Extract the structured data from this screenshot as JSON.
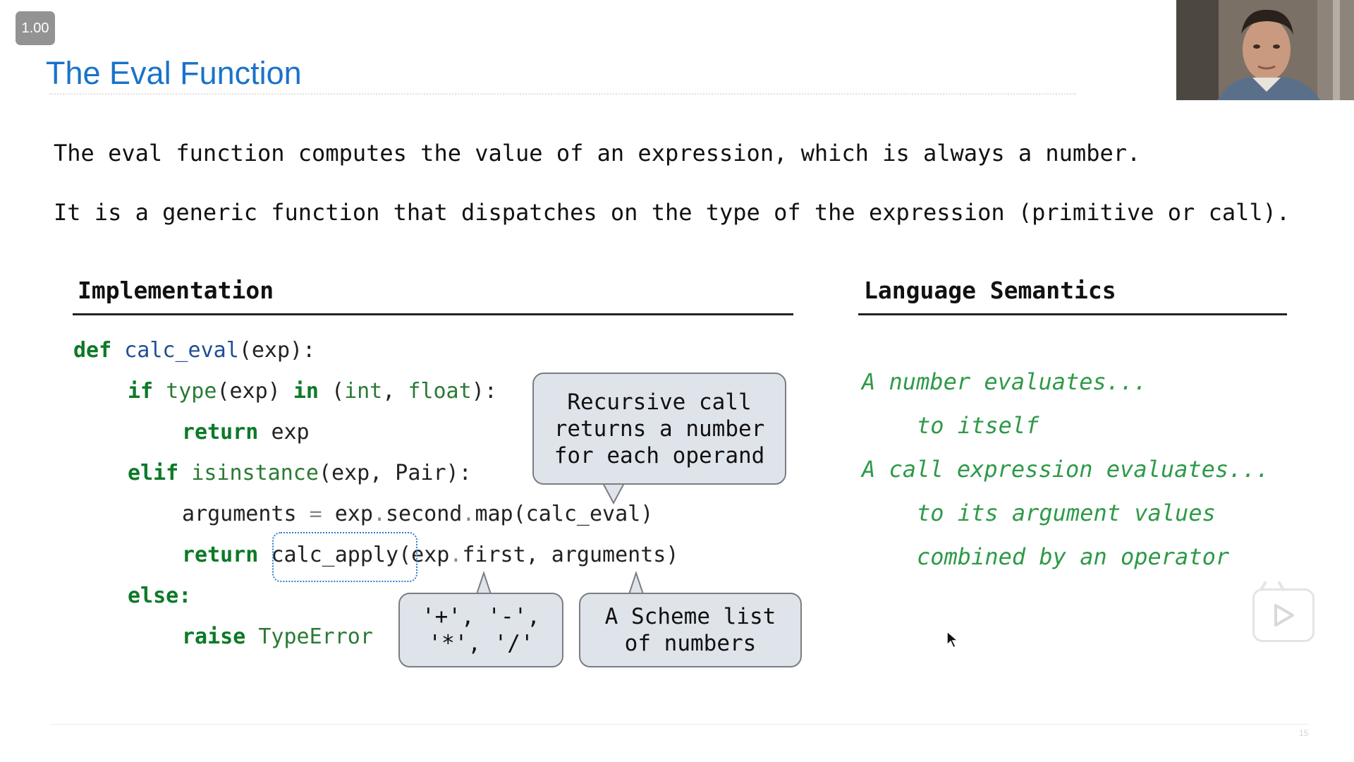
{
  "player": {
    "speed_badge": "1.00",
    "play_icon": "play-icon",
    "cursor_icon": "mouse-pointer-icon"
  },
  "slide": {
    "title": "The Eval Function",
    "intro_line1": "The eval function computes the value of an expression, which is always a number.",
    "intro_line2": "It is a generic function that dispatches on the type of the expression (primitive or call).",
    "page_number": "15",
    "implementation": {
      "heading": "Implementation",
      "code": {
        "line1": {
          "kw": "def",
          "fn": "calc_eval",
          "rest": "(exp):"
        },
        "line2": {
          "kw_if": "if",
          "type": "type",
          "exp": "(exp)",
          "kw_in": "in",
          "open": "(",
          "int": "int",
          "comma": ",",
          "float": "float",
          "close": "):"
        },
        "line3": {
          "kw": "return",
          "rest": "exp"
        },
        "line4": {
          "kw": "elif",
          "fn": "isinstance",
          "rest": "(exp, Pair):"
        },
        "line5": {
          "lhs": "arguments",
          "eq": "=",
          "exp": "exp",
          "dot1": ".",
          "second": "second",
          "dot2": ".",
          "map": "map(calc_eval)"
        },
        "line6": {
          "kw": "return",
          "fn": "calc_apply",
          "exp": "(exp",
          "dot": ".",
          "rest": "first, arguments)"
        },
        "line7": {
          "kw": "else:"
        },
        "line8": {
          "kw": "raise",
          "err": "TypeError"
        }
      },
      "callouts": {
        "recursive": "Recursive call\nreturns a number\nfor each operand",
        "operators": "'+', '-',\n'*', '/'",
        "scheme_list": "A Scheme list\nof numbers"
      }
    },
    "semantics": {
      "heading": "Language Semantics",
      "lines": [
        "A number evaluates...",
        "to itself",
        "A call expression evaluates...",
        "to its argument values",
        "combined by an operator"
      ]
    }
  },
  "colors": {
    "title": "#1a73c9",
    "keyword": "#0d7a28",
    "function_name": "#1f4f96",
    "semantics_text": "#2e9a48",
    "callout_fill": "#dfe3ea"
  }
}
